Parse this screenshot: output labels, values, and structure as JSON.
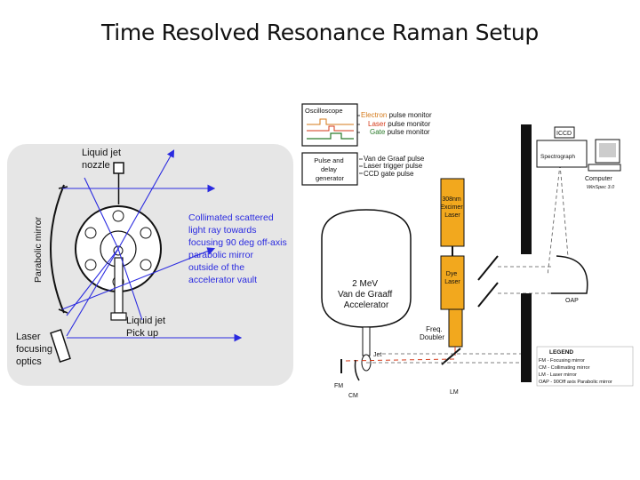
{
  "slide": {
    "title": "Time Resolved Resonance Raman Setup"
  },
  "left_panel": {
    "liquid_jet_nozzle": [
      "Liquid jet",
      "nozzle"
    ],
    "parabolic_mirror": "Parabolic mirror",
    "collimated": [
      "Collimated scattered",
      "light ray towards",
      "focusing 90 deg off-axis",
      "parabolic mirror",
      "outside of the",
      "accelerator vault"
    ],
    "jet_pickup": [
      "Liquid jet",
      "Pick up"
    ],
    "laser_optics": [
      "Laser",
      "focusing",
      "optics"
    ]
  },
  "right_panel": {
    "oscilloscope": "Oscilloscope",
    "monitors": [
      {
        "colored": "Electron",
        "rest": " pulse monitor",
        "color": "#d47a1a"
      },
      {
        "colored": "Laser",
        "rest": " pulse monitor",
        "color": "#d43a1a"
      },
      {
        "colored": "Gate",
        "rest": " pulse monitor",
        "color": "#2a7a2a"
      }
    ],
    "pulse_generator": [
      "Pulse and",
      "delay",
      "generator"
    ],
    "pulses": [
      "Van de Graaf pulse",
      "Laser trigger pulse",
      "CCD gate pulse"
    ],
    "iccd": "ICCD",
    "spectrograph": "Spectrograph",
    "computer": "Computer",
    "winspec": "WinSpec 3.0",
    "excimer": [
      "308nm",
      "Excimer",
      "Laser"
    ],
    "dye": [
      "Dye",
      "Laser"
    ],
    "accelerator": [
      "2 MeV",
      "Van de Graaff",
      "Accelerator"
    ],
    "freq_doubler": [
      "Freq.",
      "Doubler"
    ],
    "oap": "OAP",
    "jet": "Jet",
    "fm": "FM",
    "cm": "CM",
    "lm": "LM",
    "legend": {
      "title": "LEGEND",
      "items": [
        "FM - Focusing mirror",
        "CM - Collimating mirror",
        "LM - Laser mirror",
        "OAP - 90Off axis Parabolic mirror"
      ]
    }
  }
}
